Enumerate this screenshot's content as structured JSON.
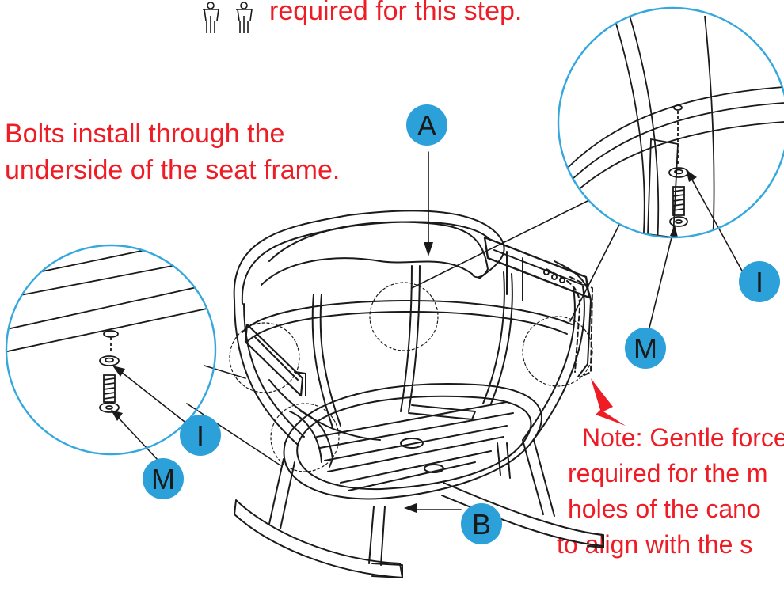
{
  "header": {
    "text": "required for this step."
  },
  "note_bolts": {
    "lines": [
      "Bolts install through the",
      "underside of the seat frame."
    ]
  },
  "note_force": {
    "lines": [
      "Note: Gentle force",
      "required for the m",
      "holes of the cano",
      "to align with the s"
    ]
  },
  "part_labels": {
    "a": "A",
    "b": "B",
    "i_left": "I",
    "m_left": "M",
    "i_right": "I",
    "m_right": "M"
  },
  "colors": {
    "note_red": "#ee1c25",
    "badge_blue": "#2ca0d8",
    "detail_circle": "#35a7df",
    "line": "#1a1a1a"
  },
  "icons": [
    "two-person-icon",
    "arrow-icon"
  ]
}
